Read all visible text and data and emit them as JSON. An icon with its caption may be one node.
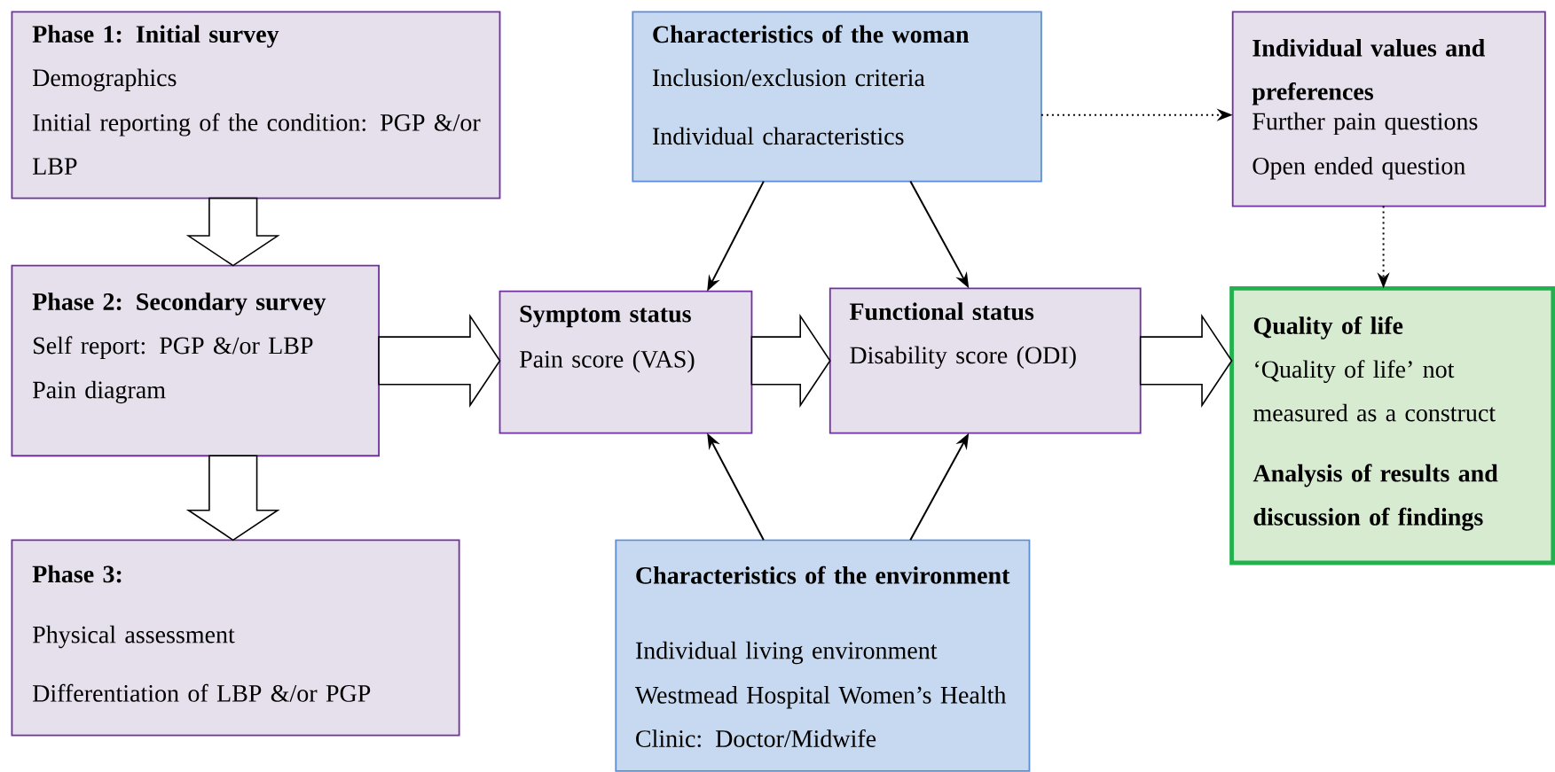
{
  "diagram": {
    "nodes": [
      {
        "text": [
          "Phase 1: Initial survey",
          "Demographics",
          "Initial reporting of the condition: PGP &/or LBP"
        ]
      },
      {
        "text": [
          "Characteristics of the woman",
          "Inclusion/exclusion criteria",
          "Individual characteristics"
        ]
      },
      {
        "text": [
          "Individual values and preferences",
          "Further pain questions",
          "Open ended question"
        ]
      },
      {
        "text": [
          "Phase 2: Secondary survey",
          "Self report: PGP &/or LBP",
          "Pain diagram"
        ]
      },
      {
        "text": [
          "Symptom status",
          "Pain score (VAS)"
        ]
      },
      {
        "text": [
          "Functional status",
          "Disability score (ODI)"
        ]
      },
      {
        "text": [
          "Quality of life",
          "‘Quality of life’ not measured as a construct",
          "Analysis of results and discussion of findings"
        ]
      },
      {
        "text": [
          "Phase 3:",
          "Physical assessment",
          "Differentiation of LBP &/or PGP"
        ]
      },
      {
        "text": [
          "Characteristics of the environment",
          "Individual living environment",
          "Westmead Hospital Women’s Health Clinic: Doctor/Midwife"
        ]
      }
    ],
    "edges": [
      {
        "from": 0,
        "to": 3,
        "arrow": "to",
        "style": "thick"
      },
      {
        "from": 3,
        "to": 7,
        "arrow": "to",
        "style": "thick"
      },
      {
        "from": 3,
        "to": 4,
        "arrow": "to",
        "style": "thick"
      },
      {
        "from": 4,
        "to": 5,
        "arrow": "to",
        "style": "thick"
      },
      {
        "from": 5,
        "to": 6,
        "arrow": "to",
        "style": "thick"
      },
      {
        "from": 1,
        "to": 4,
        "arrow": "to"
      },
      {
        "from": 1,
        "to": 5,
        "arrow": "to"
      },
      {
        "from": 8,
        "to": 4,
        "arrow": "to"
      },
      {
        "from": 8,
        "to": 5,
        "arrow": "to"
      },
      {
        "from": 1,
        "to": 2,
        "arrow": "to",
        "style": "dashed"
      },
      {
        "from": 2,
        "to": 6,
        "arrow": "to",
        "style": "dashed"
      }
    ]
  }
}
